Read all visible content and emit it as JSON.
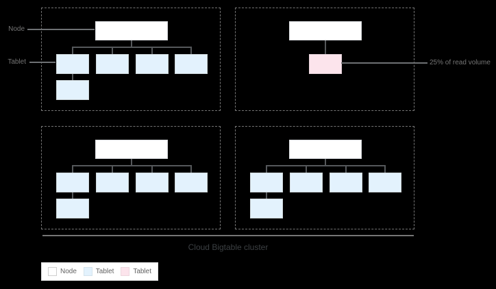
{
  "page": {
    "background": "#000000"
  },
  "annotations": {
    "node_pointer_label": "Node",
    "tablet_pointer_label": "Tablet",
    "hot_tablet_callout": "25% of read volume"
  },
  "cluster": {
    "title": "Cloud Bigtable cluster"
  },
  "legend": {
    "items": [
      {
        "label": "Node",
        "color": "#ffffff"
      },
      {
        "label": "Tablet",
        "color": "#e3f2fd"
      },
      {
        "label": "Tablet",
        "color": "#fce4ec"
      }
    ]
  },
  "colors": {
    "node_fill": "#ffffff",
    "tablet_fill": "#e3f2fd",
    "hot_tablet_fill": "#fce4ec",
    "connector": "#55585b",
    "dashed_border": "#757575",
    "annotation_text": "#757575",
    "title_text": "#3c4043"
  },
  "diagram": {
    "quadrants": [
      {
        "position": "top-left",
        "nodes": 1,
        "tablets": 5,
        "hot_tablets": 0
      },
      {
        "position": "top-right",
        "nodes": 1,
        "tablets": 1,
        "hot_tablets": 1
      },
      {
        "position": "bottom-left",
        "nodes": 1,
        "tablets": 5,
        "hot_tablets": 0
      },
      {
        "position": "bottom-right",
        "nodes": 1,
        "tablets": 5,
        "hot_tablets": 0
      }
    ]
  }
}
